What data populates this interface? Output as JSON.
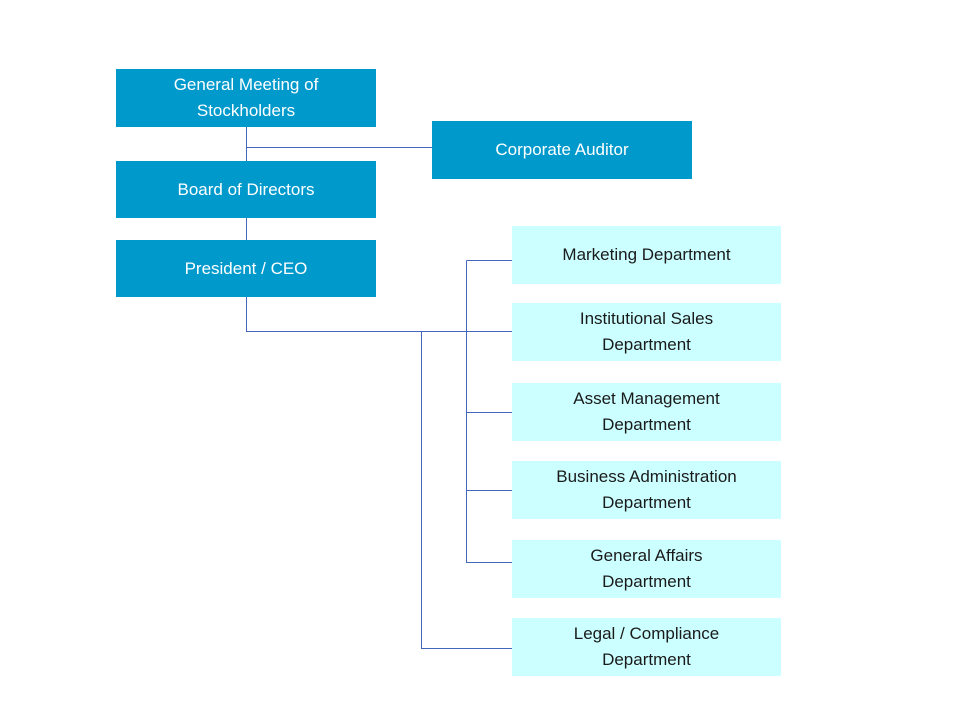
{
  "colors": {
    "primary_box": "#0099cc",
    "department_box": "#ccffff",
    "connector_line": "#4466bb"
  },
  "governance": {
    "stockholders": "General Meeting of\nStockholders",
    "auditor": "Corporate Auditor",
    "board": "Board of Directors",
    "president": "President / CEO"
  },
  "departments": [
    "Marketing Department",
    "Institutional Sales\nDepartment",
    "Asset Management\nDepartment",
    "Business Administration\nDepartment",
    "General Affairs\nDepartment",
    "Legal / Compliance\nDepartment"
  ]
}
